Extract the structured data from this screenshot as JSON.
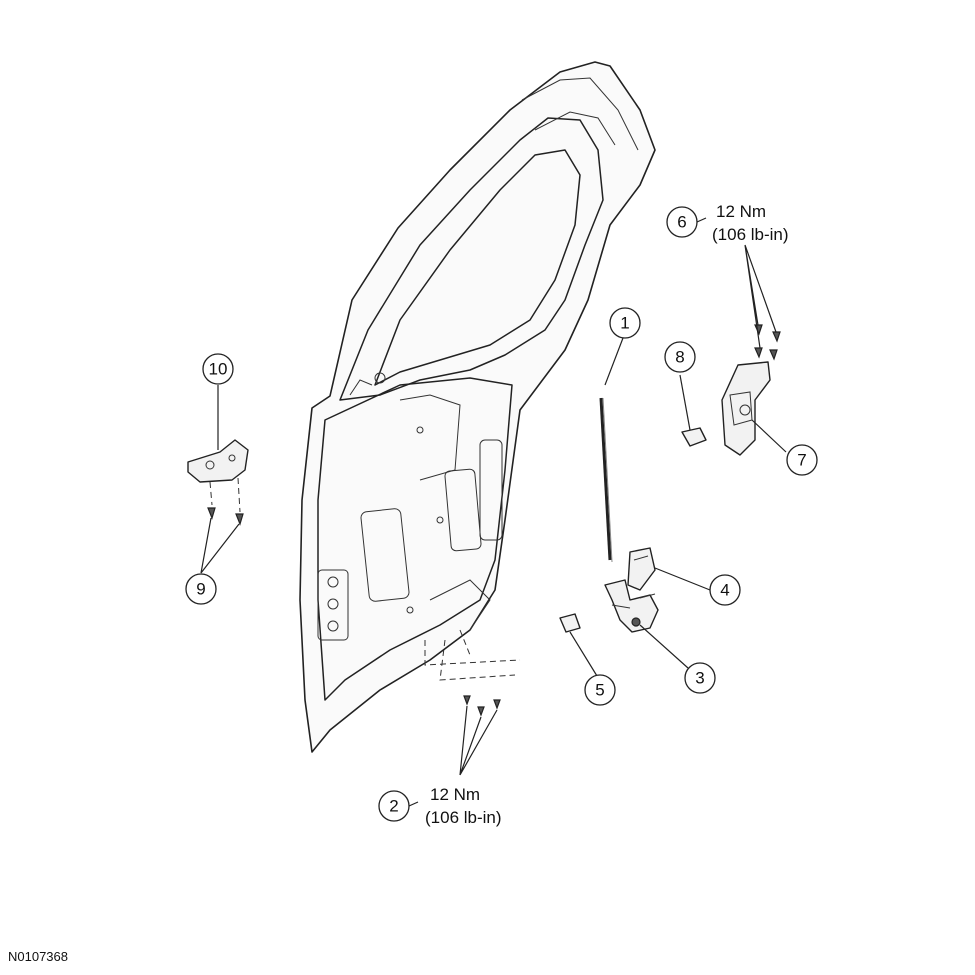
{
  "figure_id": "N0107368",
  "callouts": [
    {
      "id": "1",
      "label": "1"
    },
    {
      "id": "2",
      "label": "2"
    },
    {
      "id": "3",
      "label": "3"
    },
    {
      "id": "4",
      "label": "4"
    },
    {
      "id": "5",
      "label": "5"
    },
    {
      "id": "6",
      "label": "6"
    },
    {
      "id": "7",
      "label": "7"
    },
    {
      "id": "8",
      "label": "8"
    },
    {
      "id": "9",
      "label": "9"
    },
    {
      "id": "10",
      "label": "10"
    }
  ],
  "torque_specs": {
    "item2": {
      "metric": "12 Nm",
      "imperial": "(106 lb-in)"
    },
    "item6": {
      "metric": "12 Nm",
      "imperial": "(106 lb-in)"
    }
  }
}
